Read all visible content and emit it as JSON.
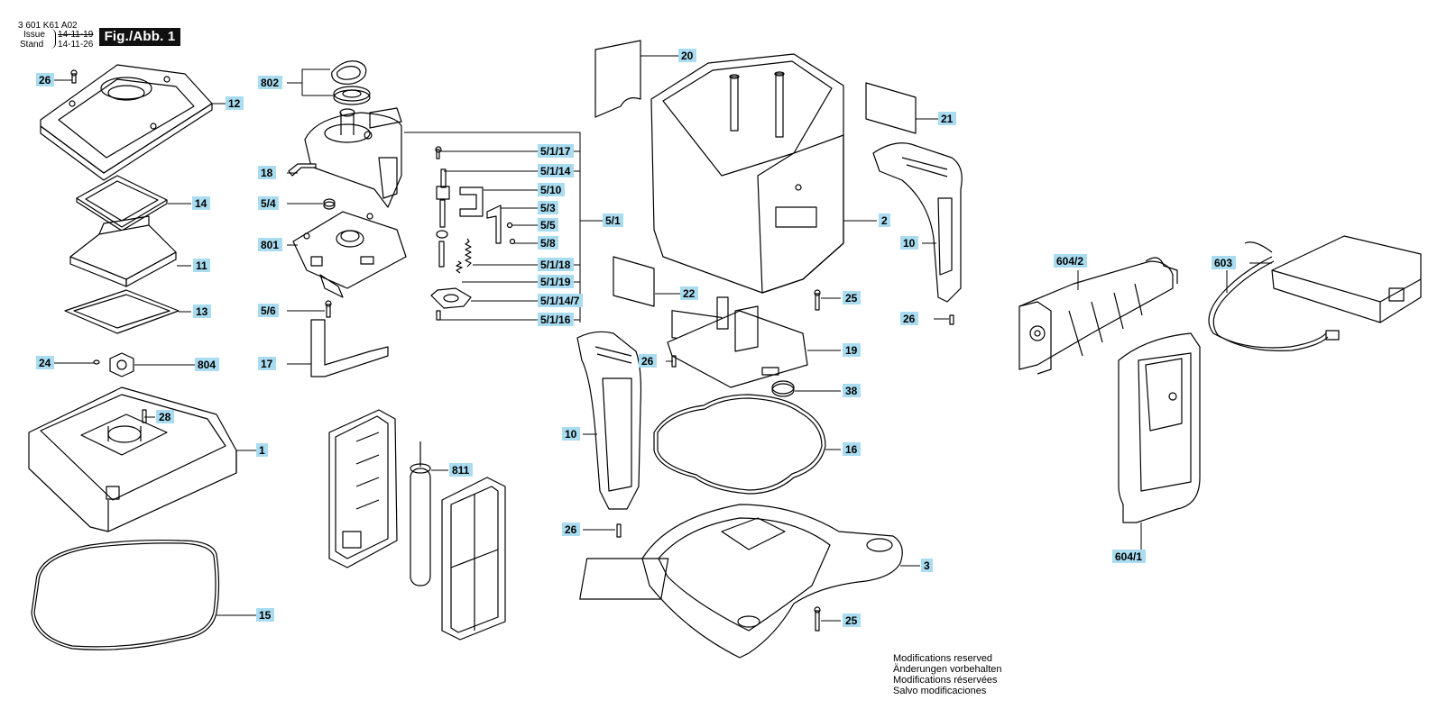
{
  "header": {
    "code": "3 601 K61 A02",
    "issue_label": "Issue",
    "issue_date": "14-11-19",
    "stand_label": "Stand",
    "stand_date": "14-11-26",
    "figure": "Fig./Abb. 1"
  },
  "notes": [
    "Modifications reserved",
    "Änderungen vorbehalten",
    "Modifications réservées",
    "Salvo modificaciones"
  ],
  "part_numbers": [
    "26",
    "12",
    "14",
    "11",
    "13",
    "24",
    "804",
    "28",
    "1",
    "15",
    "802",
    "18",
    "5/4",
    "801",
    "5/6",
    "17",
    "5/1/17",
    "5/1/14",
    "5/10",
    "5/3",
    "5/5",
    "5/8",
    "5/1",
    "5/1/18",
    "5/1/19",
    "5/1/14/7",
    "5/1/16",
    "811",
    "20",
    "21",
    "2",
    "10",
    "22",
    "25",
    "26",
    "19",
    "26",
    "38",
    "16",
    "10",
    "26",
    "3",
    "25",
    "604/2",
    "603",
    "604/1"
  ],
  "colors": {
    "label_background": "#a9dcf0",
    "line": "#000000",
    "badge": "#111111"
  }
}
